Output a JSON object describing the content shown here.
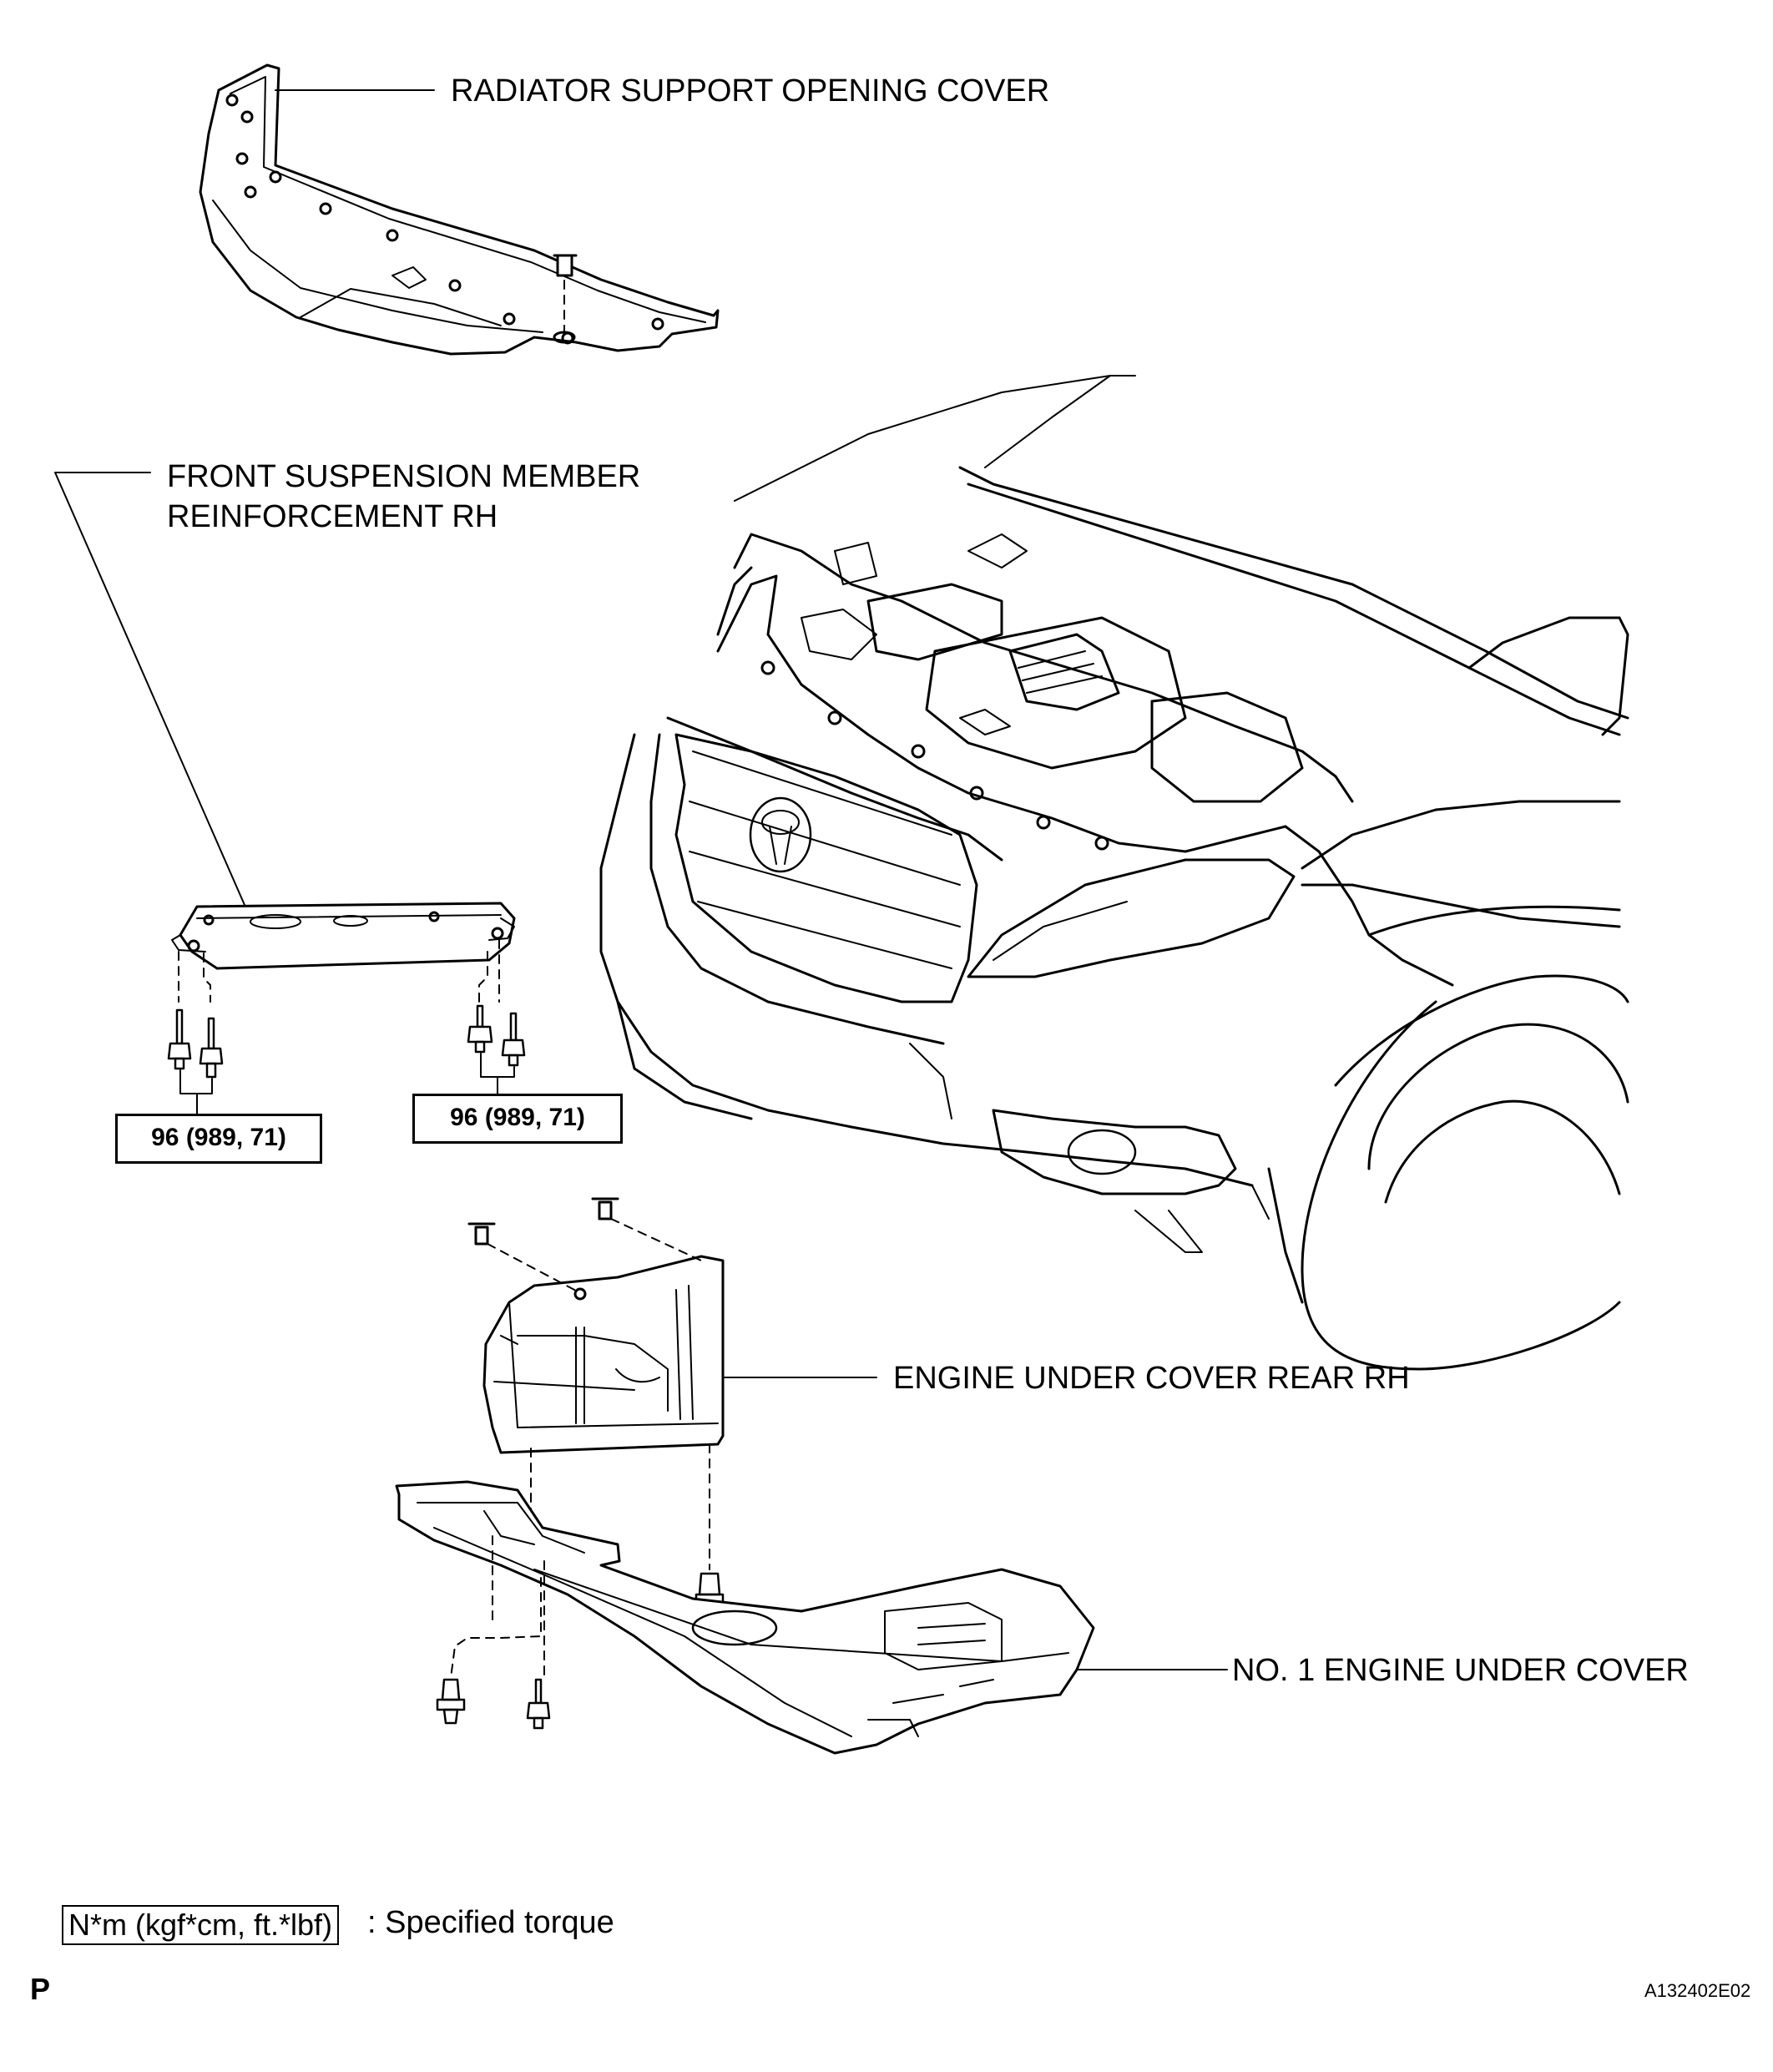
{
  "labels": {
    "radiator_cover": "RADIATOR SUPPORT OPENING COVER",
    "suspension_line1": "FRONT SUSPENSION MEMBER",
    "suspension_line2": "REINFORCEMENT RH",
    "under_cover_rear": "ENGINE UNDER COVER REAR RH",
    "under_cover_no1": "NO. 1 ENGINE UNDER COVER"
  },
  "torques": {
    "left": "96 (989, 71)",
    "right": "96 (989, 71)"
  },
  "legend": {
    "box_text": "N*m (kgf*cm, ft.*lbf)",
    "description": ": Specified torque"
  },
  "footer": {
    "page_letter": "P",
    "figure_id": "A132402E02"
  }
}
